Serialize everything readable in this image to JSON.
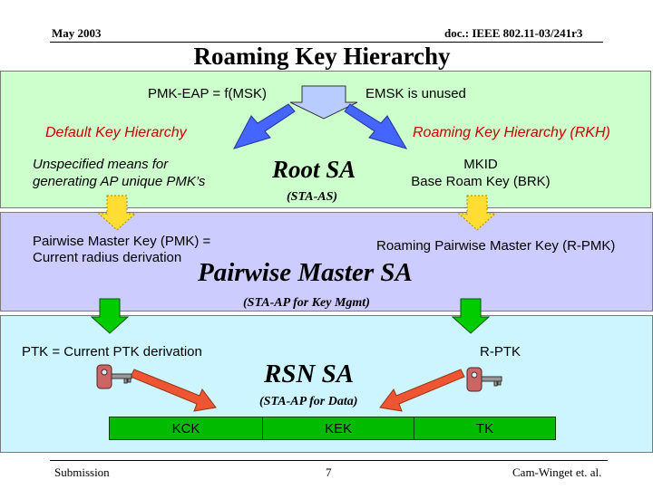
{
  "header": {
    "date": "May 2003",
    "doc": "doc.: IEEE 802.11-03/241r3",
    "title": "Roaming Key Hierarchy"
  },
  "top": {
    "pmk_eap": "PMK-EAP = f(MSK)",
    "emsk": "EMSK is unused",
    "default_hierarchy": "Default Key Hierarchy",
    "roaming_hierarchy": "Roaming Key Hierarchy (RKH)",
    "unspecified_line1": "Unspecified means for",
    "unspecified_line2": "generating AP unique PMK’s",
    "root_sa": "Root SA",
    "sta_as": "(STA-AS)",
    "mkid": "MKID",
    "brk": "Base Roam Key (BRK)"
  },
  "middle": {
    "pmk_line1": "Pairwise Master Key (PMK) =",
    "pmk_line2": "Current radius derivation",
    "rpmk": "Roaming Pairwise Master Key (R-PMK)",
    "pairwise_sa": "Pairwise Master SA",
    "sta_ap_mgmt": "(STA-AP for Key Mgmt)"
  },
  "bottom": {
    "ptk": "PTK = Current PTK derivation",
    "rptk": "R-PTK",
    "rsn_sa": "RSN SA",
    "sta_ap_data": "(STA-AP for Data)",
    "keys": [
      "KCK",
      "KEK",
      "TK"
    ]
  },
  "footer": {
    "submission": "Submission",
    "page": "7",
    "author": "Cam-Winget et. al."
  },
  "colors": {
    "band_top": "#ccffcc",
    "band_mid": "#ccccff",
    "band_bot": "#ccf5ff",
    "accent_red": "#cc0000",
    "arrow_blue": "#4466ff",
    "arrow_red": "#ee5533",
    "arrow_green": "#00cc00",
    "arrow_yellow": "#ffdd33",
    "key_box": "#00bb00"
  },
  "icons": [
    "down-arrow-icon",
    "key-icon"
  ]
}
